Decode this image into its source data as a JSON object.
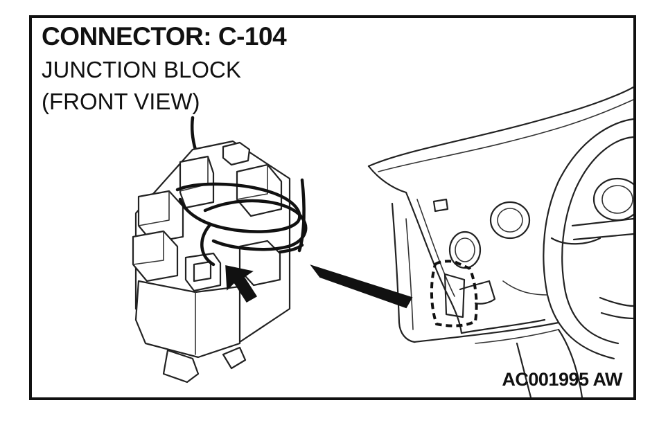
{
  "diagram": {
    "connector_title": "CONNECTOR: C-104",
    "component_name": "JUNCTION BLOCK",
    "view_label": "(FRONT VIEW)",
    "figure_code": "AC001995 AW"
  },
  "colors": {
    "line": "#111111",
    "background": "#ffffff"
  },
  "icons": {
    "pointer": "arrow-icon",
    "location": "dashed-outline-icon"
  }
}
